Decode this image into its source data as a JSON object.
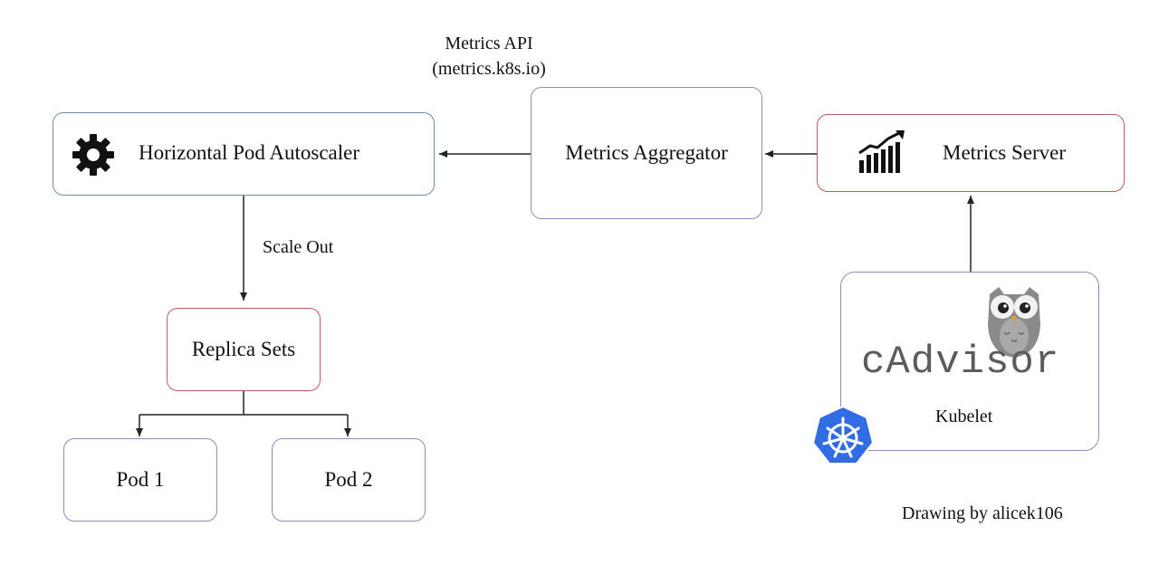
{
  "diagram": {
    "metrics_api": {
      "line1": "Metrics API",
      "line2": "(metrics.k8s.io)"
    },
    "hpa": {
      "label": "Horizontal Pod Autoscaler",
      "icon": "gear-icon"
    },
    "aggregator": {
      "label": "Metrics Aggregator"
    },
    "metrics_server": {
      "label": "Metrics Server",
      "icon": "bar-chart-icon"
    },
    "scale_out": "Scale Out",
    "replica_sets": "Replica Sets",
    "pods": [
      "Pod 1",
      "Pod 2"
    ],
    "kubelet": {
      "cadvisor": "cAdvisor",
      "label": "Kubelet",
      "icons": [
        "owl-icon",
        "kubernetes-icon"
      ]
    },
    "credit": "Drawing by alicek106"
  },
  "colors": {
    "box_blue": "#6f8fab",
    "box_purple": "#9a86b8",
    "box_red": "#c45a5a",
    "kubernetes_blue": "#326ce5"
  }
}
